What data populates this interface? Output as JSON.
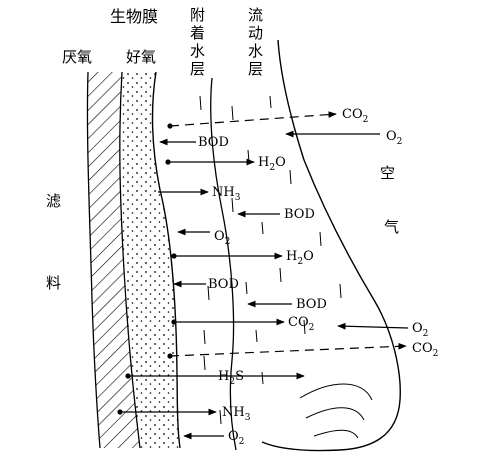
{
  "title": "生物膜",
  "zones": {
    "anaerobic": "厌氧",
    "aerobic": "好氧",
    "attached_water": [
      "附",
      "着",
      "水",
      "层"
    ],
    "flowing_water": [
      "流",
      "动",
      "水",
      "层"
    ]
  },
  "filter_media": [
    "滤",
    "料"
  ],
  "air": [
    "空",
    "气"
  ],
  "flows": [
    {
      "id": "co2-out-top",
      "label": "CO",
      "sub": "2",
      "direction": "out",
      "dashed": true
    },
    {
      "id": "o2-in-top",
      "label": "O",
      "sub": "2",
      "direction": "in",
      "dashed": false
    },
    {
      "id": "bod-1",
      "label": "BOD",
      "sub": "",
      "direction": "in",
      "dashed": false
    },
    {
      "id": "h2o-1",
      "label": "H",
      "sub": "2",
      "post": "O",
      "direction": "out",
      "dashed": false
    },
    {
      "id": "nh3-1",
      "label": "NH",
      "sub": "3",
      "direction": "out",
      "dashed": false
    },
    {
      "id": "bod-2",
      "label": "BOD",
      "sub": "",
      "direction": "in",
      "dashed": false
    },
    {
      "id": "o2-1",
      "label": "O",
      "sub": "2",
      "direction": "in",
      "dashed": false
    },
    {
      "id": "h2o-2",
      "label": "H",
      "sub": "2",
      "post": "O",
      "direction": "out",
      "dashed": false
    },
    {
      "id": "bod-3",
      "label": "BOD",
      "sub": "",
      "direction": "in",
      "dashed": false
    },
    {
      "id": "bod-4",
      "label": "BOD",
      "sub": "",
      "direction": "in",
      "dashed": false
    },
    {
      "id": "co2-1",
      "label": "CO",
      "sub": "2",
      "direction": "out",
      "dashed": false
    },
    {
      "id": "o2-in-right",
      "label": "O",
      "sub": "2",
      "direction": "in",
      "dashed": false
    },
    {
      "id": "co2-out-bottom",
      "label": "CO",
      "sub": "2",
      "direction": "out",
      "dashed": true
    },
    {
      "id": "h2s",
      "label": "H",
      "sub": "2",
      "post": "S",
      "direction": "out",
      "dashed": false
    },
    {
      "id": "nh3-2",
      "label": "NH",
      "sub": "3",
      "direction": "out",
      "dashed": false
    },
    {
      "id": "o2-bottom",
      "label": "O",
      "sub": "2",
      "direction": "in",
      "dashed": false
    }
  ]
}
